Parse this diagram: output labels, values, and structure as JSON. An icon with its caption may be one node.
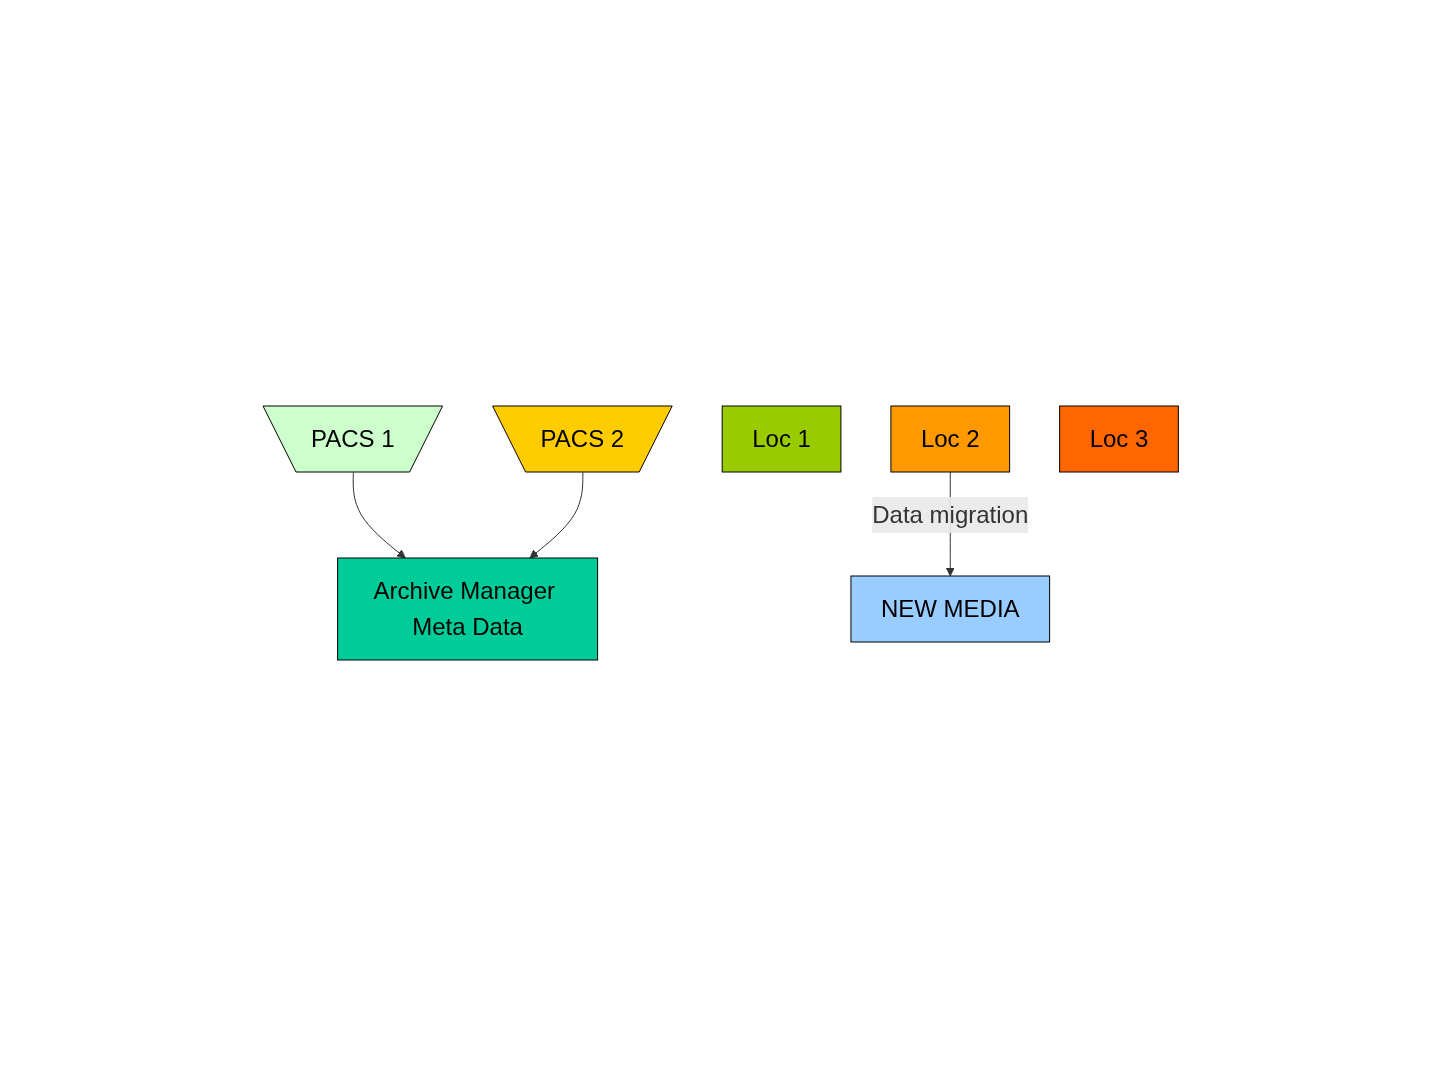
{
  "diagram": {
    "nodes": [
      {
        "text": [
          "PACS 1"
        ]
      },
      {
        "text": [
          "PACS 2"
        ]
      },
      {
        "text": [
          "Archive Manager Meta Data"
        ]
      },
      {
        "text": [
          "Loc 1"
        ]
      },
      {
        "text": [
          "Loc 2"
        ]
      },
      {
        "text": [
          "Loc 3"
        ]
      },
      {
        "text": [
          "NEW MEDIA"
        ]
      }
    ],
    "edges": [
      {
        "from": 0,
        "to": 2,
        "arrow": "to"
      },
      {
        "from": 1,
        "to": 2,
        "arrow": "to"
      },
      {
        "from": 4,
        "to": 6,
        "label": "Data migration",
        "arrow": "to"
      }
    ]
  }
}
